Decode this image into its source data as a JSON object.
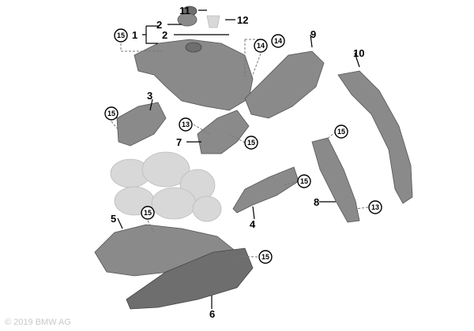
{
  "labels": {
    "p11": "11",
    "p2a": "2",
    "p12": "12",
    "p1": "1",
    "p2b": "2",
    "p9": "9",
    "p10": "10",
    "p3": "3",
    "p7": "7",
    "p8": "8",
    "p4": "4",
    "p5": "5",
    "p6": "6"
  },
  "callouts": {
    "c15a": "15",
    "c14a": "14",
    "c14b": "14",
    "c15b": "15",
    "c13a": "13",
    "c15c": "15",
    "c15d": "15",
    "c15e": "15",
    "c13b": "13",
    "c15f": "15",
    "c15g": "15"
  },
  "copyright": "© 2019 BMW AG"
}
